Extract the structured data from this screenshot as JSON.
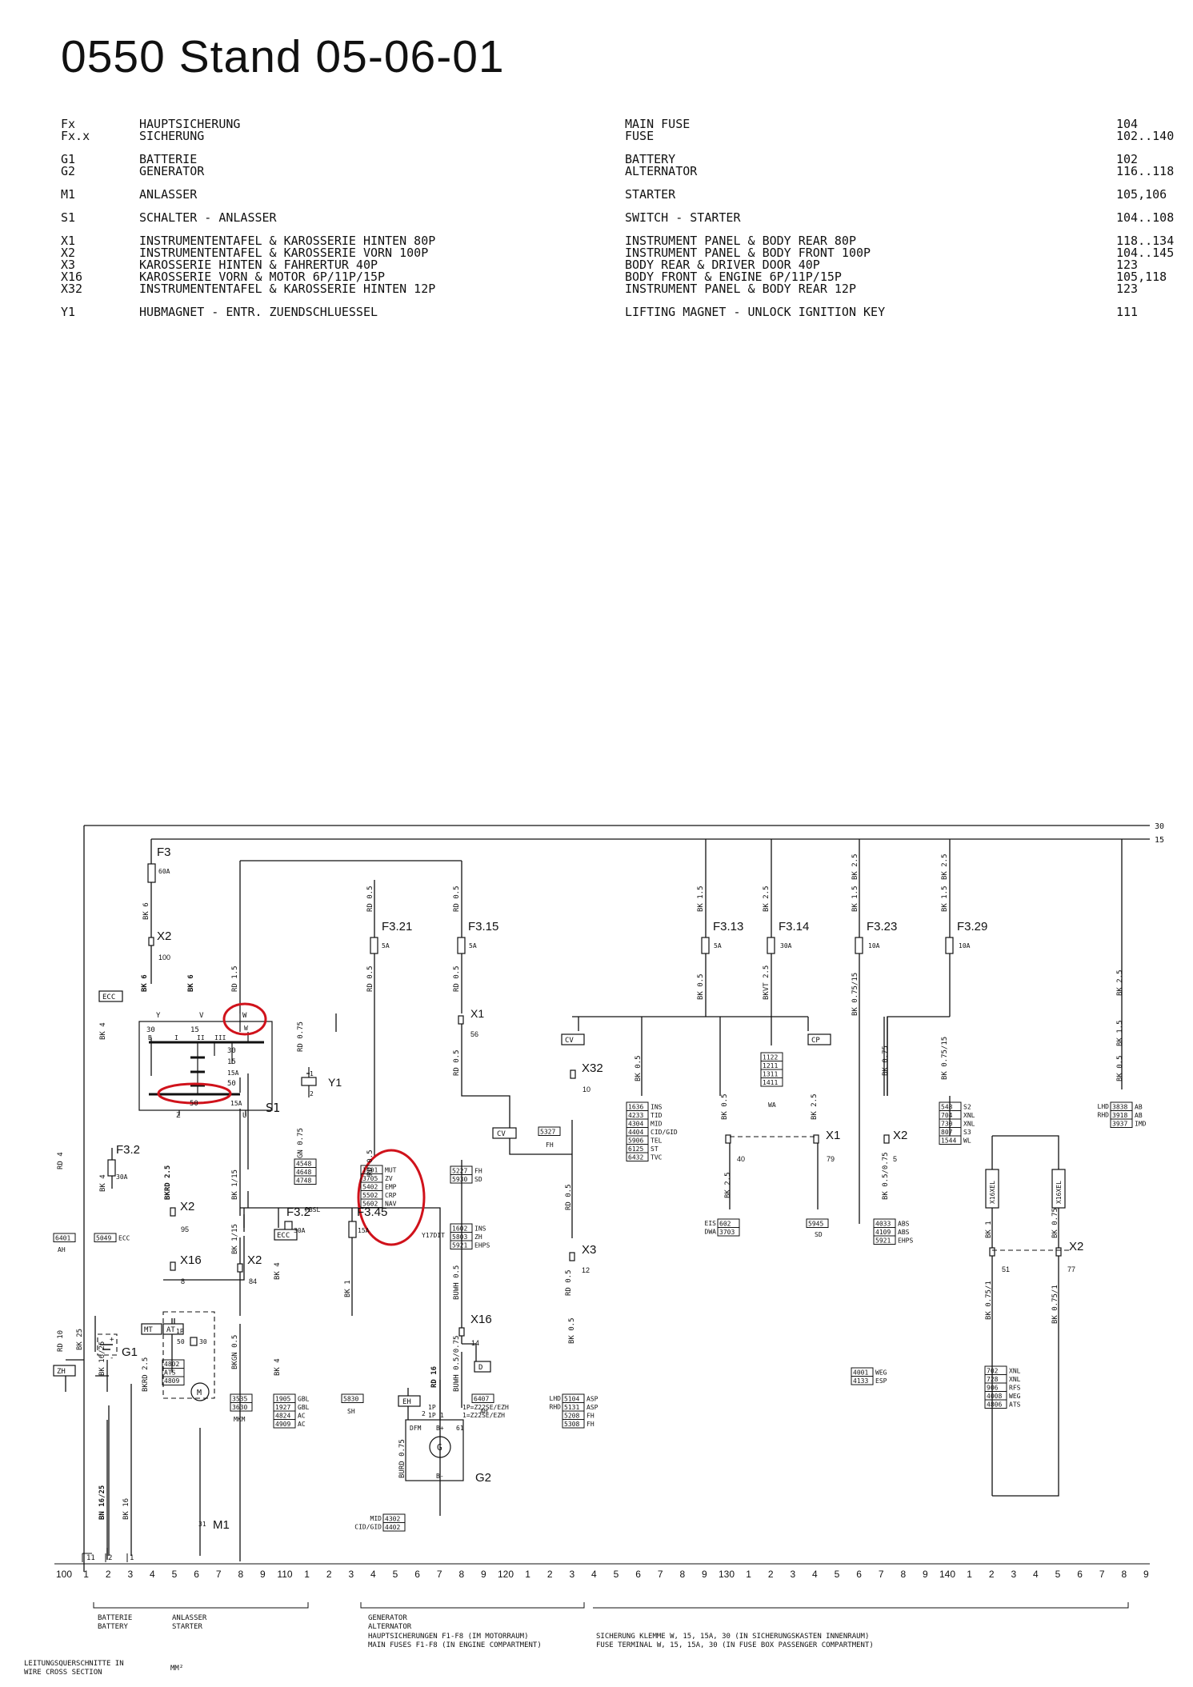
{
  "title": "0550 Stand 05-06-01",
  "legend": [
    {
      "code": "Fx",
      "de": "HAUPTSICHERUNG",
      "en": "MAIN FUSE",
      "page": "104"
    },
    {
      "code": "Fx.x",
      "de": "SICHERUNG",
      "en": "FUSE",
      "page": "102..140",
      "gap": true
    },
    {
      "code": "G1",
      "de": "BATTERIE",
      "en": "BATTERY",
      "page": "102"
    },
    {
      "code": "G2",
      "de": "GENERATOR",
      "en": "ALTERNATOR",
      "page": "116..118",
      "gap": true
    },
    {
      "code": "M1",
      "de": "ANLASSER",
      "en": "STARTER",
      "page": "105,106",
      "gap": true
    },
    {
      "code": "S1",
      "de": "SCHALTER - ANLASSER",
      "en": "SWITCH - STARTER",
      "page": "104..108",
      "gap": true
    },
    {
      "code": "X1",
      "de": "INSTRUMENTENTAFEL & KAROSSERIE HINTEN 80P",
      "en": "INSTRUMENT PANEL & BODY REAR 80P",
      "page": "118..134"
    },
    {
      "code": "X2",
      "de": "INSTRUMENTENTAFEL & KAROSSERIE VORN 100P",
      "en": "INSTRUMENT PANEL & BODY FRONT 100P",
      "page": "104..145"
    },
    {
      "code": "X3",
      "de": "KAROSSERIE HINTEN & FAHRERTUR 40P",
      "en": "BODY REAR & DRIVER DOOR 40P",
      "page": "123"
    },
    {
      "code": "X16",
      "de": "KAROSSERIE VORN & MOTOR 6P/11P/15P",
      "en": "BODY FRONT & ENGINE 6P/11P/15P",
      "page": "105,118"
    },
    {
      "code": "X32",
      "de": "INSTRUMENTENTAFEL & KAROSSERIE HINTEN 12P",
      "en": "INSTRUMENT PANEL & BODY REAR 12P",
      "page": "123",
      "gap": true
    },
    {
      "code": "Y1",
      "de": "HUBMAGNET - ENTR. ZUENDSCHLUESSEL",
      "en": "LIFTING MAGNET - UNLOCK IGNITION KEY",
      "page": "111"
    }
  ],
  "rails": {
    "r30": "30",
    "r15": "15"
  },
  "fuses": {
    "f3": "F3",
    "f3_a": "60A",
    "f321": "F3.21",
    "f321_a": "5A",
    "f315": "F3.15",
    "f315_a": "5A",
    "f313": "F3.13",
    "f313_a": "5A",
    "f314": "F3.14",
    "f314_a": "30A",
    "f323": "F3.23",
    "f323_a": "10A",
    "f329": "F3.29",
    "f329_a": "10A",
    "f32a": "F3.2",
    "f32a_a": "30A",
    "f32b": "F3.2",
    "f32b_a": "30A",
    "f345": "F3.45",
    "f345_a": "15A"
  },
  "connectors": {
    "x2_100": "X2",
    "p100": "100",
    "x1_56": "X1",
    "p56": "56",
    "x32": "X32",
    "p10": "10",
    "x1r": "X1",
    "p40": "40",
    "p79": "79",
    "x2_5": "X2",
    "p5": "5",
    "x2_95": "X2",
    "p95": "95",
    "x16_8": "X16",
    "p8": "8",
    "x2_84": "X2",
    "p84": "84",
    "x16_14": "X16",
    "p14": "14",
    "x3": "X3",
    "p12": "12",
    "x2r": "X2",
    "p51": "51",
    "p77": "77"
  },
  "wires": {
    "bk6a": "BK 6",
    "bk6b": "BK 6",
    "bk6c": "BK 6",
    "rd15": "RD 1.5",
    "rd05a": "RD 0.5",
    "rd05b": "RD 0.5",
    "rd05c": "RD 0.5",
    "rd05d": "RD 0.5",
    "rd05e": "RD 0.5",
    "rd05f": "RD 0.5",
    "rd05g": "RD 0.5",
    "rd05h": "RD 0.5",
    "rd075": "RD 0.75",
    "gn075": "GN 0.75",
    "bk4a": "BK 4",
    "bk4b": "BK 4",
    "bk4c": "BK 4",
    "bk4d": "BK 4",
    "bkrd25": "BKRD 2.5",
    "bk115a": "BK 1/15",
    "bk115b": "BK 1/15",
    "bk1a": "BK 1",
    "bk1b": "BK 1",
    "bk15a": "BK 1.5",
    "bk05a": "BK 0.5",
    "bk05b": "BK 0.5",
    "bk25a": "BK 2.5",
    "bk25b": "BK 2.5",
    "bkvt25": "BKVT 2.5",
    "bk25c": "BK 2.5",
    "bk25d": "BK 2.5",
    "bk15b": "BK 1.5",
    "bk0751": "BK 0.75/15",
    "bk075a": "BK 0.75",
    "bk05075": "BK 0.5/0.75",
    "bk25e": "BK 2.5",
    "bk15c": "BK 1.5",
    "bk0751b": "BK 0.75/15",
    "bk25f": "BK 2.5",
    "bk15d": "BK 1.5",
    "bk05c": "BK 0.5",
    "bk0751c": "BK 0.75/1",
    "bk075b": "BK 0.75",
    "bk0751d": "BK 0.75/1",
    "bkgn05": "BKGN 0.5",
    "buwh05": "BUWH 0.5",
    "buwh0575": "BUWH 0.5/0.75",
    "rd16": "RD 16",
    "burd075": "BURD 0.75",
    "rd10": "RD 10",
    "bk25g": "BK 25",
    "bk1625": "BK 16/25",
    "bn1625": "BN 16/25",
    "bk16": "BK 16",
    "rd4": "RD 4",
    "bkrd25b": "BKRD 2.5",
    "bk05d": "BK 0.5",
    "bk05e": "BK 0.5"
  },
  "switch": {
    "s1": "S1",
    "t30": "30",
    "t15": "15",
    "tb": "B",
    "ti": "I",
    "tii": "II",
    "tiii": "III",
    "r30": "30",
    "r15": "15",
    "r15a": "15A",
    "r50": "50",
    "r50b": "50",
    "r15ab": "15A",
    "ty": "Y",
    "tv": "V",
    "tw": "W",
    "tz": "Z",
    "tu": "U",
    "tw2": "W"
  },
  "y1": {
    "label": "Y1",
    "p1": "1",
    "p2": "2",
    "cap": "PBSL"
  },
  "boxes": {
    "ecc1": "ECC",
    "cv": "CV",
    "cp": "CP",
    "sv": "CV",
    "ecc2": "ECC",
    "mt": "MT",
    "at": "AT",
    "d": "D",
    "eh": "EH",
    "zh": "ZH",
    "x16xel_a": "X16XEL",
    "x16xel_b": "X16XEL"
  },
  "codes": {
    "g4548": [
      "4548",
      "4648",
      "4748"
    ],
    "gmut": [
      [
        "1501",
        "MUT"
      ],
      [
        "3705",
        "ZV"
      ],
      [
        "5402",
        "EMP"
      ],
      [
        "5502",
        "CRP"
      ],
      [
        "5602",
        "NAV"
      ]
    ],
    "gfh": [
      [
        "5227",
        "FH"
      ],
      [
        "5930",
        "SD"
      ]
    ],
    "g5327": [
      [
        "5327",
        ""
      ]
    ],
    "fh": "FH",
    "gins": [
      [
        "1636",
        "INS"
      ],
      [
        "4233",
        "TID"
      ],
      [
        "4304",
        "MID"
      ],
      [
        "4404",
        "CID/GID"
      ],
      [
        "5906",
        "TEL"
      ],
      [
        "6125",
        "ST"
      ],
      [
        "6432",
        "TVC"
      ]
    ],
    "gwa": [
      "1122",
      "1211",
      "1311",
      "1411"
    ],
    "wa": "WA",
    "geis": [
      [
        "EIS",
        "602"
      ],
      [
        "DWA",
        "3703"
      ]
    ],
    "g5945": [
      [
        "5945",
        ""
      ]
    ],
    "sd": "SD",
    "gabs": [
      [
        "4033",
        "ABS"
      ],
      [
        "4109",
        "ABS"
      ],
      [
        "5921",
        "EHPS"
      ]
    ],
    "gs2": [
      [
        "548",
        "S2"
      ],
      [
        "704",
        "XNL"
      ],
      [
        "730",
        "XNL"
      ],
      [
        "807",
        "S3"
      ],
      [
        "1544",
        "WL"
      ]
    ],
    "glhd": [
      [
        "LHD",
        "3838",
        "AB"
      ],
      [
        "RHD",
        "3918",
        "AB"
      ],
      [
        "",
        "3937",
        "IMD"
      ]
    ],
    "g6401": [
      [
        "6401",
        ""
      ]
    ],
    "ah1": "AH",
    "g5049": [
      [
        "5049",
        "ECC"
      ]
    ],
    "y17": "Y17DIT",
    "gins2": [
      [
        "1602",
        "INS"
      ],
      [
        "5803",
        "ZH"
      ],
      [
        "5921",
        "EHPS"
      ]
    ],
    "g4802": [
      "4802",
      "ATS",
      "4809"
    ],
    "gmkm": [
      "3535",
      "3630"
    ],
    "mkm": "MKM",
    "ggbl": [
      [
        "1905",
        "GBL"
      ],
      [
        "1927",
        "GBL"
      ],
      [
        "4824",
        "AC"
      ],
      [
        "4909",
        "AC"
      ]
    ],
    "g5830": [
      [
        "5830",
        ""
      ]
    ],
    "sh": "SH",
    "g6407": [
      [
        "6407",
        ""
      ]
    ],
    "ah2": "AH",
    "gasp": [
      [
        "LHD",
        "5104",
        "ASP"
      ],
      [
        "RHD",
        "5131",
        "ASP"
      ],
      [
        "",
        "5208",
        "FH"
      ],
      [
        "",
        "5308",
        "FH"
      ]
    ],
    "gmid": [
      [
        "MID",
        "4302"
      ],
      [
        "CID/GID",
        "4402"
      ]
    ],
    "gweg": [
      [
        "4001",
        "WEG"
      ],
      [
        "4133",
        "ESP"
      ]
    ],
    "gxnl": [
      [
        "702",
        "XNL"
      ],
      [
        "728",
        "XNL"
      ],
      [
        "906",
        "RFS"
      ],
      [
        "4008",
        "WEG"
      ],
      [
        "4806",
        "ATS"
      ]
    ]
  },
  "alternator": {
    "g2": "G2",
    "dfm": "DFM",
    "bp": "B+",
    "n61": "61",
    "bm": "B-",
    "p2": "2",
    "p1p": "1P",
    "p1p2": "1P",
    "p1": "1",
    "opt1": "1P=Z22SE/EZH",
    "opt2": "1=Z22SE/EZH",
    "sym": "G"
  },
  "battery": {
    "g1": "G1",
    "plus": "+",
    "minus": "-"
  },
  "starter": {
    "m1": "M1",
    "p1p": "1P",
    "p50": "50",
    "p30": "30",
    "p31": "31",
    "sym": "M"
  },
  "bottom_pins": {
    "p11": "11",
    "p2": "2",
    "p1": "1"
  },
  "scale": [
    "100",
    "1",
    "2",
    "3",
    "4",
    "5",
    "6",
    "7",
    "8",
    "9",
    "110",
    "1",
    "2",
    "3",
    "4",
    "5",
    "6",
    "7",
    "8",
    "9",
    "120",
    "1",
    "2",
    "3",
    "4",
    "5",
    "6",
    "7",
    "8",
    "9",
    "130",
    "1",
    "2",
    "3",
    "4",
    "5",
    "6",
    "7",
    "8",
    "9",
    "140",
    "1",
    "2",
    "3",
    "4",
    "5",
    "6",
    "7",
    "8",
    "9"
  ],
  "captions": {
    "bat1": "BATTERIE",
    "bat2": "BATTERY",
    "anl1": "ANLASSER",
    "anl2": "STARTER",
    "gen1": "GENERATOR",
    "gen2": "ALTERNATOR",
    "main1": "HAUPTSICHERUNGEN F1-F8 (IM MOTORRAUM)",
    "main2": "MAIN FUSES F1-F8 (IN ENGINE COMPARTMENT)",
    "fz1": "SICHERUNG KLEMME W, 15, 15A, 30 (IN SICHERUNGSKASTEN INNENRAUM)",
    "fz2": "FUSE TERMINAL W, 15, 15A, 30 (IN FUSE BOX PASSENGER COMPARTMENT)",
    "lq1": "LEITUNGSQUERSCHNITTE IN",
    "lq2": "WIRE CROSS SECTION",
    "mm2": "MM²"
  },
  "colors": {
    "line": "#111111",
    "highlight": "#d0121b"
  }
}
